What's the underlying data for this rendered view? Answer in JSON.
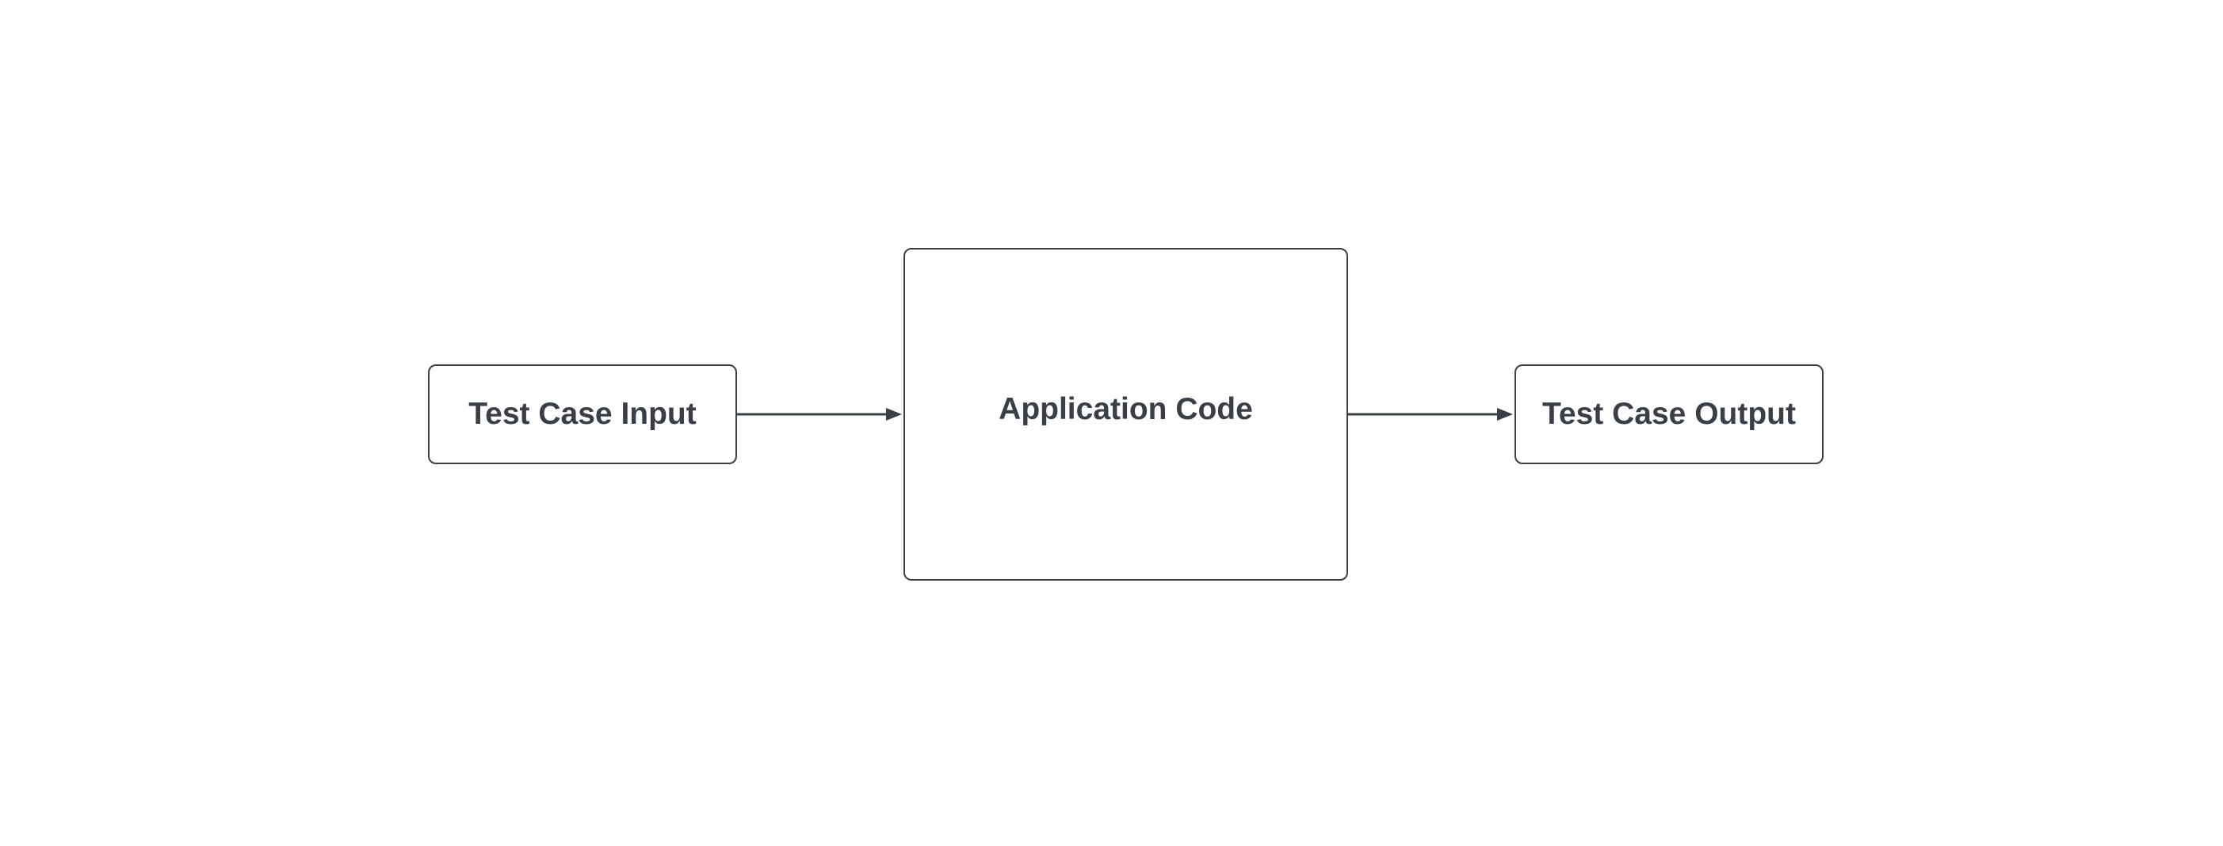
{
  "nodes": {
    "input": {
      "label": "Test Case Input"
    },
    "app": {
      "label": "Application Code"
    },
    "output": {
      "label": "Test Case Output"
    }
  },
  "edges": [
    {
      "from": "Test Case Input",
      "to": "Application Code"
    },
    {
      "from": "Application Code",
      "to": "Test Case Output"
    }
  ],
  "colors": {
    "stroke": "#3a3f47",
    "text": "#3a3f47",
    "background": "#ffffff"
  }
}
